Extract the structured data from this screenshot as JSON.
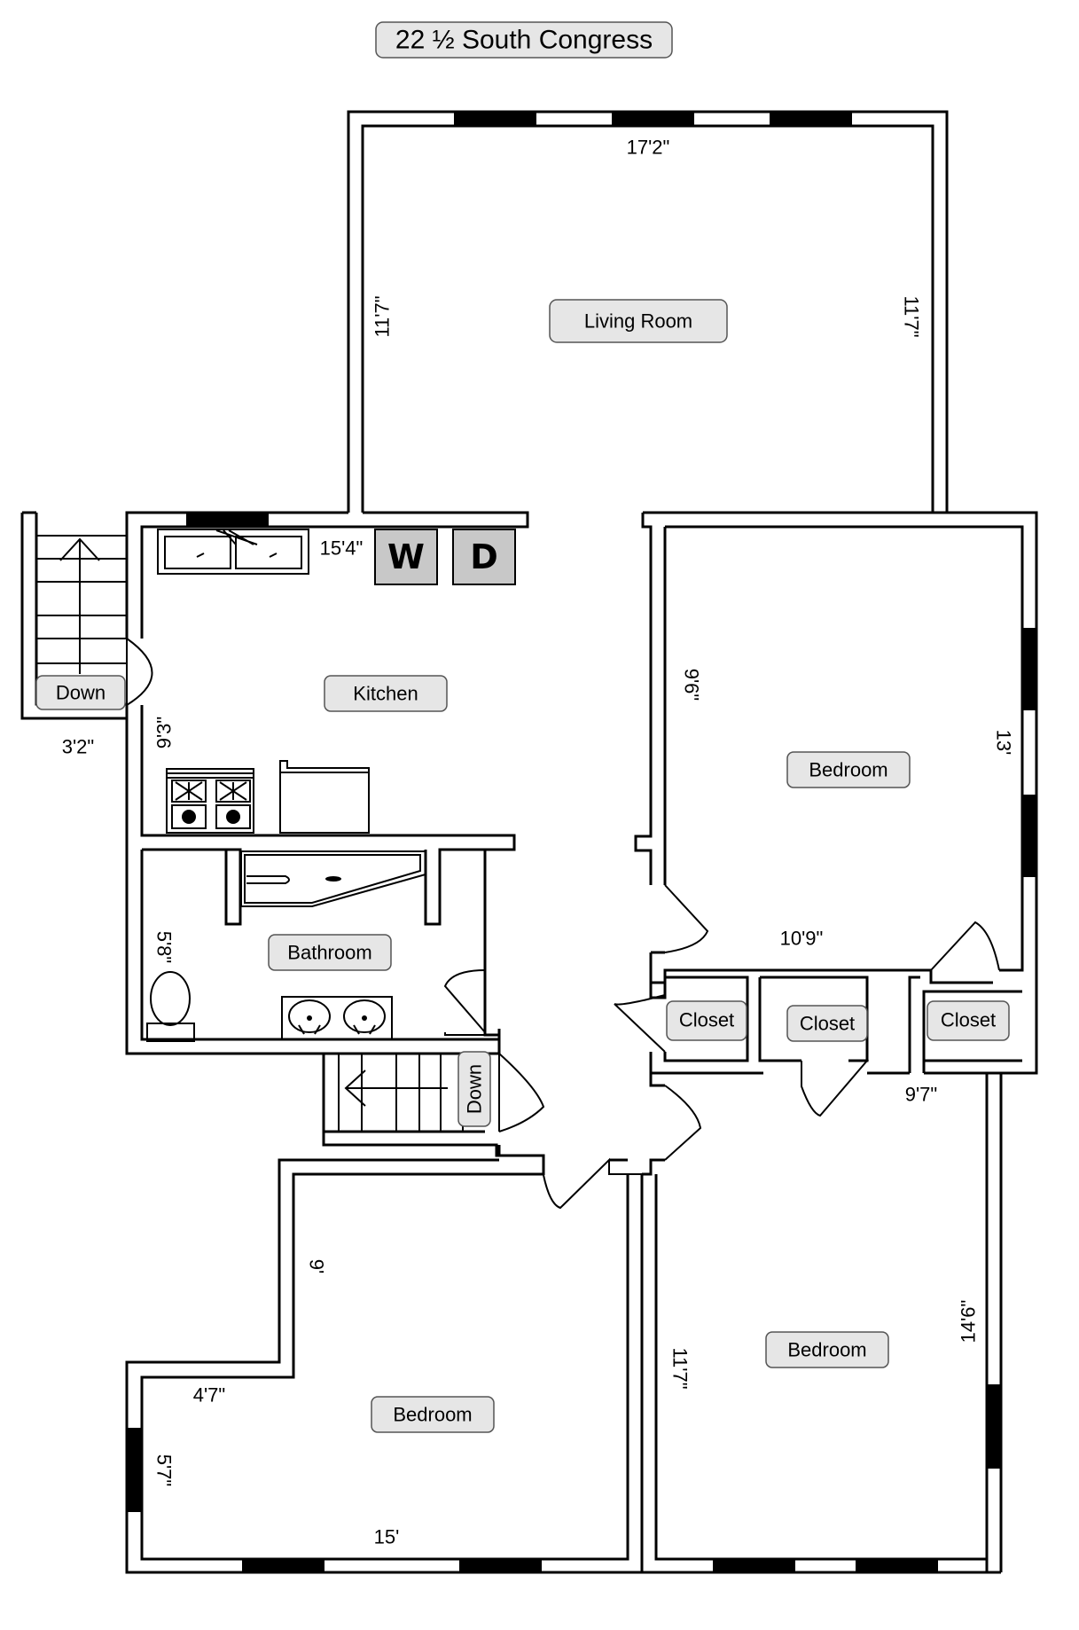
{
  "title": "22 ½ South Congress",
  "rooms": {
    "living_room": "Living Room",
    "kitchen": "Kitchen",
    "bathroom": "Bathroom",
    "bedroom_ne": "Bedroom",
    "bedroom_sw": "Bedroom",
    "bedroom_se": "Bedroom",
    "closet_1": "Closet",
    "closet_2": "Closet",
    "closet_3": "Closet"
  },
  "stairs": {
    "left_label": "Down",
    "center_label": "Down"
  },
  "appliances": {
    "washer": "W",
    "dryer": "D"
  },
  "dimensions": {
    "living_width": "17'2\"",
    "living_height_left": "11'7\"",
    "living_height_right": "11'7\"",
    "kitchen_width": "15'4\"",
    "kitchen_height": "9'3\"",
    "stair_width": "3'2\"",
    "bathroom_height": "5'8\"",
    "bed_ne_height_left": "9'6\"",
    "bed_ne_height_right": "13'",
    "bed_ne_width": "10'9\"",
    "bed_se_top": "9'7\"",
    "bed_se_height_left": "11'7\"",
    "bed_se_height_right": "14'6\"",
    "bed_sw_height_top": "9'",
    "bed_sw_step": "4'7\"",
    "bed_sw_height_left": "5'7\"",
    "bed_sw_width": "15'"
  }
}
